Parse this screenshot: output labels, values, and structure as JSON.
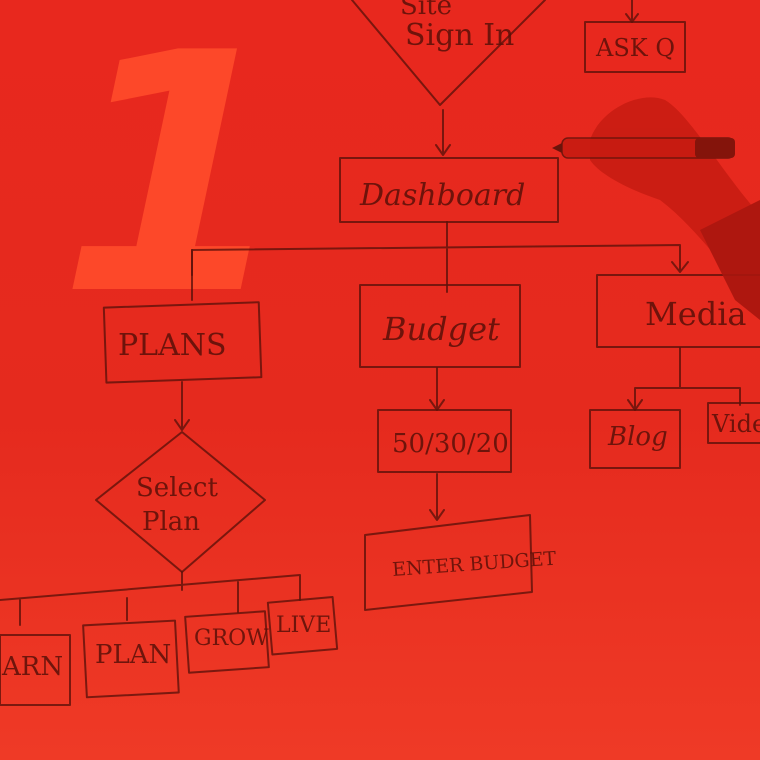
{
  "overlay_number": "1",
  "flowchart": {
    "sign_in": "Sign In",
    "sign_in_top": "Site",
    "ask_q": "ASK Q",
    "dashboard": "Dashboard",
    "plans": "PLANS",
    "budget": "Budget",
    "media": "Media",
    "select_plan_line1": "Select",
    "select_plan_line2": "Plan",
    "ratio": "50/30/20",
    "enter_budget": "ENTER BUDGET",
    "blog": "Blog",
    "video": "Video",
    "learn": "ARN",
    "plan": "PLAN",
    "grow": "GROW",
    "live": "LIVE"
  },
  "colors": {
    "background": "#e8281e",
    "marker": "#5e120a",
    "number": "#ff4a2a"
  }
}
